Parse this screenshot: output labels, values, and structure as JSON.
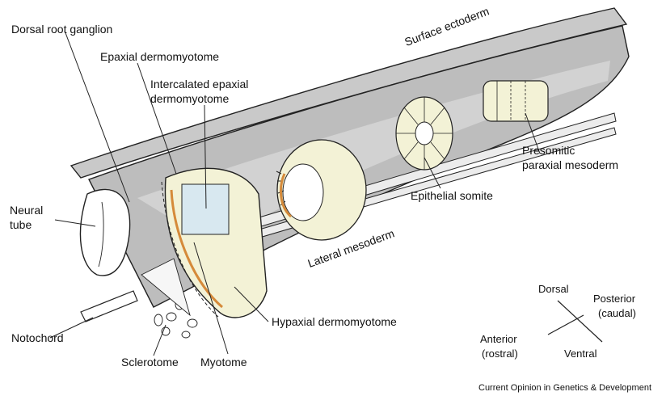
{
  "labels": {
    "dorsal_root_ganglion": "Dorsal root ganglion",
    "epaxial_dermomyotome": "Epaxial dermomyotome",
    "intercalated_line1": "Intercalated epaxial",
    "intercalated_line2": "dermomyotome",
    "surface_ectoderm": "Surface ectoderm",
    "neural_tube_line1": "Neural",
    "neural_tube_line2": "tube",
    "presomitic_line1": "Presomitic",
    "presomitic_line2": "paraxial mesoderm",
    "epithelial_somite": "Epithelial somite",
    "lateral_mesoderm": "Lateral mesoderm",
    "hypaxial_dermomyotome": "Hypaxial dermomyotome",
    "notochord": "Notochord",
    "sclerotome": "Sclerotome",
    "myotome": "Myotome"
  },
  "orientation": {
    "dorsal": "Dorsal",
    "ventral": "Ventral",
    "anterior": "Anterior",
    "anterior_sub": "(rostral)",
    "posterior": "Posterior",
    "posterior_sub": "(caudal)"
  },
  "credit": "Current Opinion in Genetics & Development",
  "colors": {
    "tube_gray": "#bdbdbd",
    "tube_dark": "#9a9a9a",
    "dermomyotome": "#f3f2d6",
    "intercalated": "#d8e8f0",
    "myotome_orange": "#d58a3a",
    "outline": "#222222"
  }
}
